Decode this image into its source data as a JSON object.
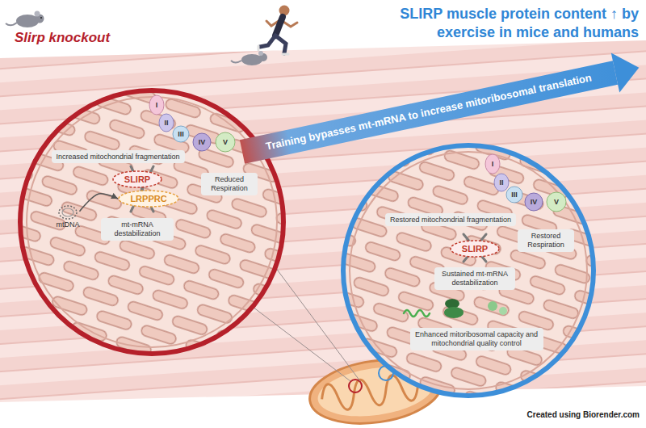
{
  "diagram": {
    "nodes": [
      {
        "text": [
          "Increased mitochondrial fragmentation"
        ]
      },
      {
        "text": [
          "I"
        ]
      },
      {
        "text": [
          "II"
        ]
      },
      {
        "text": [
          "III"
        ]
      },
      {
        "text": [
          "IV"
        ]
      },
      {
        "text": [
          "V"
        ]
      },
      {
        "text": [
          "Reduced Respiration"
        ]
      },
      {
        "text": [
          "SLIRP"
        ]
      },
      {
        "text": [
          "LRPPRC"
        ]
      },
      {
        "text": [
          "mtDNA"
        ]
      },
      {
        "text": [
          "mt-mRNA destabilization"
        ]
      },
      {
        "text": [
          "Training bypasses mt-mRNA to increase mitoribosomal translation"
        ]
      },
      {
        "text": [
          "I"
        ]
      },
      {
        "text": [
          "II"
        ]
      },
      {
        "text": [
          "III"
        ]
      },
      {
        "text": [
          "IV"
        ]
      },
      {
        "text": [
          "V"
        ]
      },
      {
        "text": [
          "Restored mitochondrial fragmentation"
        ]
      },
      {
        "text": [
          "Restored Respiration"
        ]
      },
      {
        "text": [
          "SLIRP"
        ]
      },
      {
        "text": [
          "Sustained mt-mRNA destabilization"
        ]
      },
      {
        "text": [
          "Enhanced mitoribosomal capacity and mitochondrial quality control"
        ]
      }
    ],
    "edges": [
      {
        "from": 9,
        "to": 8,
        "arrow": "to"
      }
    ],
    "labels": [
      "Slirp knockout",
      "SLIRP muscle protein content ↑ by exercise in mice and humans",
      "Created using Biorender.com"
    ]
  }
}
